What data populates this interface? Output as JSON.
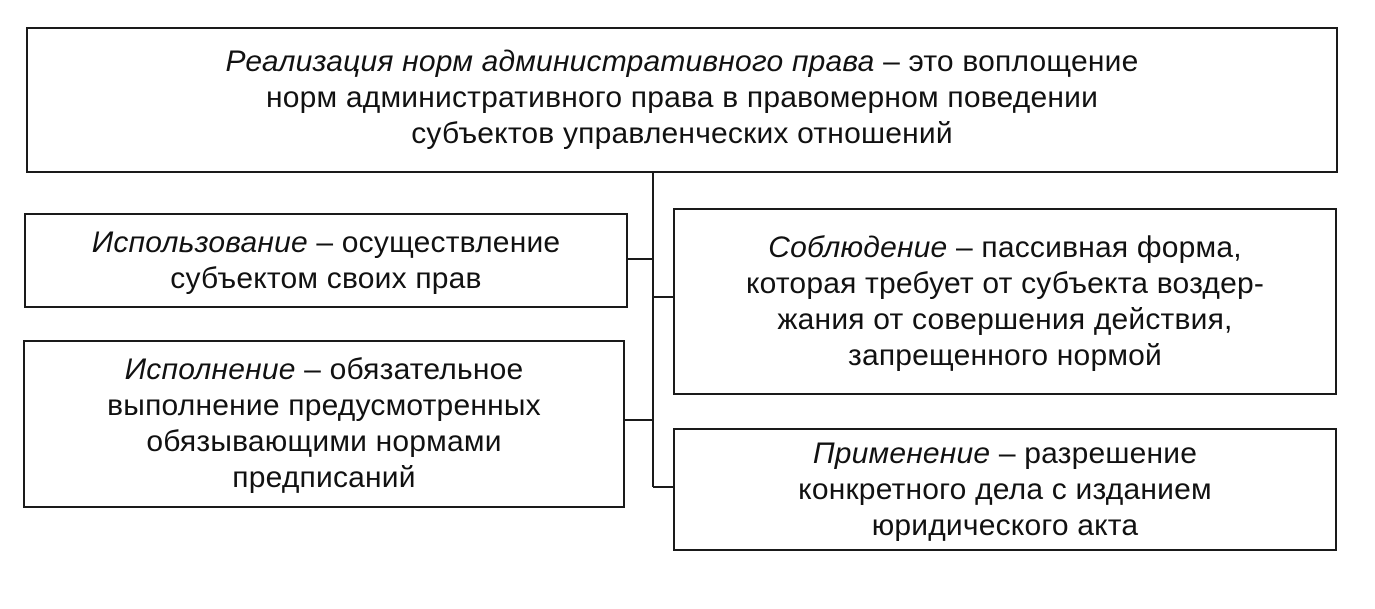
{
  "main": {
    "term": "Реализация норм административного права",
    "line1_rest": " – это воплощение",
    "line2": "норм административного права в правомерном поведении",
    "line3": "субъектов управленческих отношений"
  },
  "use": {
    "term": "Использование",
    "line1_rest": " – осуществление",
    "line2": "субъектом своих прав"
  },
  "execution": {
    "term": "Исполнение",
    "line1_rest": " – обязательное",
    "line2": "выполнение предусмотренных",
    "line3": "обязывающими нормами",
    "line4": "предписаний"
  },
  "compliance": {
    "term": "Соблюдение",
    "line1_rest": " – пассивная форма,",
    "line2": "которая требует от субъекта воздер-",
    "line3": "жания от совершения действия,",
    "line4": "запрещенного нормой"
  },
  "application": {
    "term": "Применение",
    "line1_rest": " – разрешение",
    "line2": "конкретного дела с изданием",
    "line3": "юридического акта"
  },
  "colors": {
    "stroke": "#1a1a1a",
    "text": "#111111",
    "background": "#ffffff"
  }
}
